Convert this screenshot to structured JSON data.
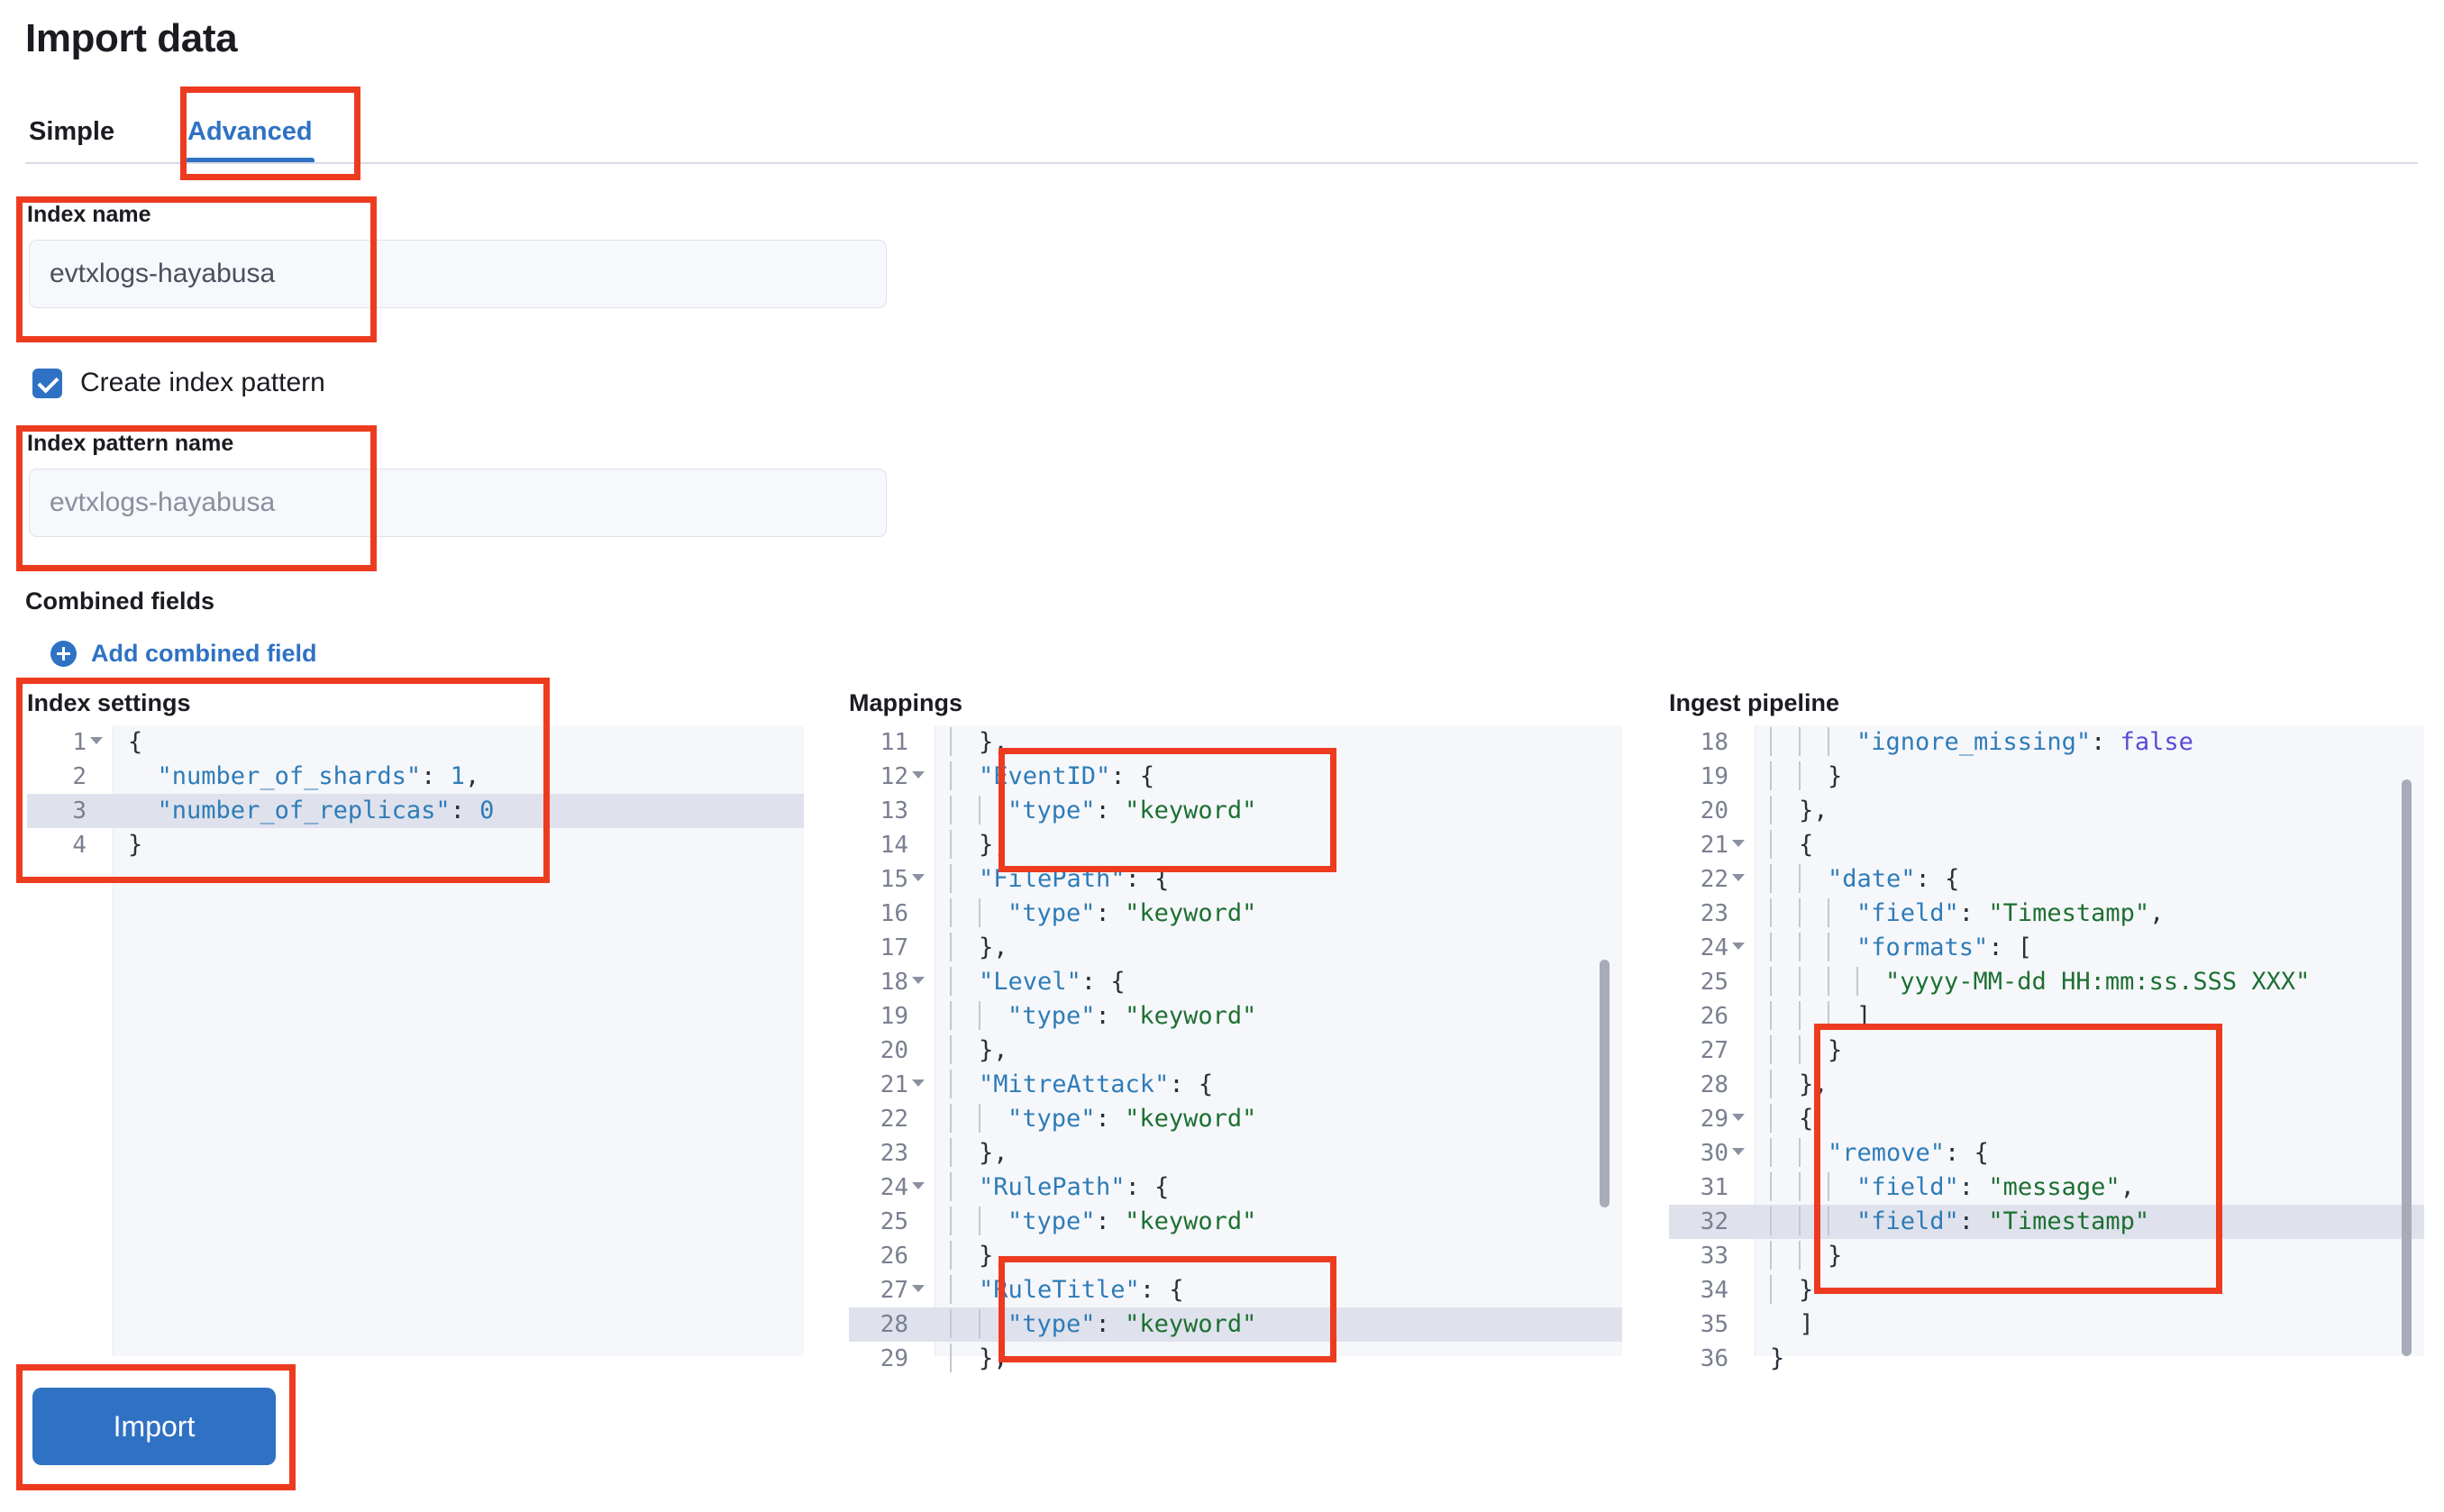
{
  "page": {
    "title": "Import data"
  },
  "tabs": [
    {
      "label": "Simple",
      "selected": false
    },
    {
      "label": "Advanced",
      "selected": true
    }
  ],
  "form": {
    "index_name": {
      "label": "Index name",
      "value": "evtxlogs-hayabusa"
    },
    "create_index_pattern": {
      "label": "Create index pattern",
      "checked": true
    },
    "index_pattern_name": {
      "label": "Index pattern name",
      "placeholder": "evtxlogs-hayabusa",
      "value": ""
    },
    "combined_fields": {
      "title": "Combined fields",
      "add_label": "Add combined field"
    },
    "import_button": "Import"
  },
  "editors": {
    "index_settings": {
      "title": "Index settings",
      "lines": [
        {
          "n": "1",
          "fold": true,
          "hl": false,
          "indent": 0,
          "code": "{"
        },
        {
          "n": "2",
          "fold": false,
          "hl": false,
          "indent": 0,
          "code": "  \"number_of_shards\": 1,"
        },
        {
          "n": "3",
          "fold": false,
          "hl": true,
          "indent": 0,
          "code": "  \"number_of_replicas\": 0"
        },
        {
          "n": "4",
          "fold": false,
          "hl": false,
          "indent": 0,
          "code": "}"
        }
      ]
    },
    "mappings": {
      "title": "Mappings",
      "lines": [
        {
          "n": "11",
          "fold": false,
          "hl": false,
          "indent": 1,
          "code": "  },"
        },
        {
          "n": "12",
          "fold": true,
          "hl": false,
          "indent": 1,
          "code": "  \"EventID\": {"
        },
        {
          "n": "13",
          "fold": false,
          "hl": false,
          "indent": 2,
          "code": "    \"type\": \"keyword\""
        },
        {
          "n": "14",
          "fold": false,
          "hl": false,
          "indent": 1,
          "code": "  },"
        },
        {
          "n": "15",
          "fold": true,
          "hl": false,
          "indent": 1,
          "code": "  \"FilePath\": {"
        },
        {
          "n": "16",
          "fold": false,
          "hl": false,
          "indent": 2,
          "code": "    \"type\": \"keyword\""
        },
        {
          "n": "17",
          "fold": false,
          "hl": false,
          "indent": 1,
          "code": "  },"
        },
        {
          "n": "18",
          "fold": true,
          "hl": false,
          "indent": 1,
          "code": "  \"Level\": {"
        },
        {
          "n": "19",
          "fold": false,
          "hl": false,
          "indent": 2,
          "code": "    \"type\": \"keyword\""
        },
        {
          "n": "20",
          "fold": false,
          "hl": false,
          "indent": 1,
          "code": "  },"
        },
        {
          "n": "21",
          "fold": true,
          "hl": false,
          "indent": 1,
          "code": "  \"MitreAttack\": {"
        },
        {
          "n": "22",
          "fold": false,
          "hl": false,
          "indent": 2,
          "code": "    \"type\": \"keyword\""
        },
        {
          "n": "23",
          "fold": false,
          "hl": false,
          "indent": 1,
          "code": "  },"
        },
        {
          "n": "24",
          "fold": true,
          "hl": false,
          "indent": 1,
          "code": "  \"RulePath\": {"
        },
        {
          "n": "25",
          "fold": false,
          "hl": false,
          "indent": 2,
          "code": "    \"type\": \"keyword\""
        },
        {
          "n": "26",
          "fold": false,
          "hl": false,
          "indent": 1,
          "code": "  },"
        },
        {
          "n": "27",
          "fold": true,
          "hl": false,
          "indent": 1,
          "code": "  \"RuleTitle\": {"
        },
        {
          "n": "28",
          "fold": false,
          "hl": true,
          "indent": 2,
          "code": "    \"type\": \"keyword\""
        },
        {
          "n": "29",
          "fold": false,
          "hl": false,
          "indent": 1,
          "code": "  },"
        }
      ]
    },
    "ingest_pipeline": {
      "title": "Ingest pipeline",
      "lines": [
        {
          "n": "18",
          "fold": false,
          "hl": false,
          "indent": 3,
          "code": "      \"ignore_missing\": false"
        },
        {
          "n": "19",
          "fold": false,
          "hl": false,
          "indent": 2,
          "code": "    }"
        },
        {
          "n": "20",
          "fold": false,
          "hl": false,
          "indent": 1,
          "code": "  },"
        },
        {
          "n": "21",
          "fold": true,
          "hl": false,
          "indent": 1,
          "code": "  {"
        },
        {
          "n": "22",
          "fold": true,
          "hl": false,
          "indent": 2,
          "code": "    \"date\": {"
        },
        {
          "n": "23",
          "fold": false,
          "hl": false,
          "indent": 3,
          "code": "      \"field\": \"Timestamp\","
        },
        {
          "n": "24",
          "fold": true,
          "hl": false,
          "indent": 3,
          "code": "      \"formats\": ["
        },
        {
          "n": "25",
          "fold": false,
          "hl": false,
          "indent": 4,
          "code": "        \"yyyy-MM-dd HH:mm:ss.SSS XXX\""
        },
        {
          "n": "26",
          "fold": false,
          "hl": false,
          "indent": 3,
          "code": "      ]"
        },
        {
          "n": "27",
          "fold": false,
          "hl": false,
          "indent": 2,
          "code": "    }"
        },
        {
          "n": "28",
          "fold": false,
          "hl": false,
          "indent": 1,
          "code": "  },"
        },
        {
          "n": "29",
          "fold": true,
          "hl": false,
          "indent": 1,
          "code": "  {"
        },
        {
          "n": "30",
          "fold": true,
          "hl": false,
          "indent": 2,
          "code": "    \"remove\": {"
        },
        {
          "n": "31",
          "fold": false,
          "hl": false,
          "indent": 3,
          "code": "      \"field\": \"message\","
        },
        {
          "n": "32",
          "fold": false,
          "hl": true,
          "indent": 3,
          "code": "      \"field\": \"Timestamp\""
        },
        {
          "n": "33",
          "fold": false,
          "hl": false,
          "indent": 2,
          "code": "    }"
        },
        {
          "n": "34",
          "fold": false,
          "hl": false,
          "indent": 1,
          "code": "  }"
        },
        {
          "n": "35",
          "fold": false,
          "hl": false,
          "indent": 0,
          "code": "  ]"
        },
        {
          "n": "36",
          "fold": false,
          "hl": false,
          "indent": 0,
          "code": "}"
        }
      ]
    }
  },
  "colors": {
    "accent": "#2f72c4",
    "annotation": "#ed3b20",
    "editor_bg": "#f6f7fb",
    "line_highlight": "#dfe2ec",
    "string": "#1d7032",
    "key": "#2e7cb8",
    "boolean": "#5b4bd6"
  }
}
